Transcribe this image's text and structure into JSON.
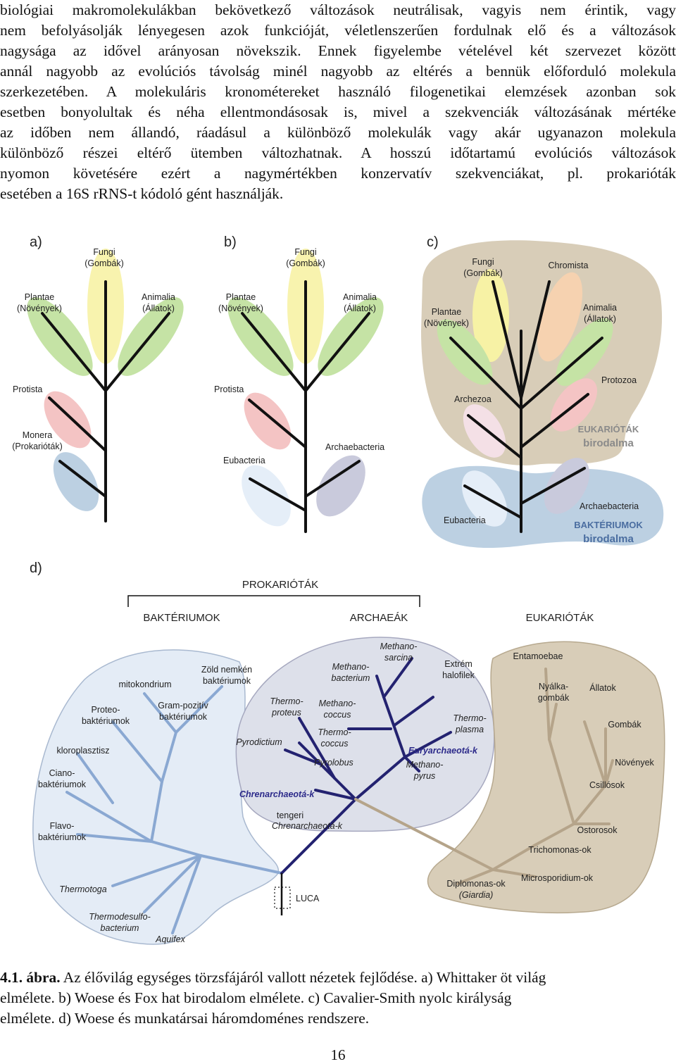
{
  "body_text": {
    "lines": [
      "biológiai makromolekulákban bekövetkező változások neutrálisak, vagyis nem érintik, vagy",
      "nem befolyásolják lényegesen azok funkcióját, véletlenszerűen fordulnak elő és a változások",
      "nagysága az idővel arányosan növekszik. Ennek figyelembe vételével két szervezet között",
      "annál nagyobb az evolúciós távolság minél nagyobb az eltérés a bennük előforduló molekula",
      "szerkezetében. A molekuláris kronométereket használó filogenetikai elemzések azonban sok",
      "esetben bonyolultak és néha ellentmondásosak is, mivel a szekvenciák változásának mértéke",
      "az időben nem állandó, ráadásul a különböző molekulák vagy akár ugyanazon molekula",
      "különböző részei eltérő ütemben változhatnak. A hosszú időtartamú evolúciós változások",
      "nyomon követésére ezért a nagymértékben konzervatív szekvenciákat, pl. prokarióták",
      "esetében a 16S rRNS-t kódoló gént használják."
    ]
  },
  "figure": {
    "panel_a": {
      "letter": "a)",
      "fungi": [
        "Fungi",
        "(Gombák)"
      ],
      "plantae": [
        "Plantae",
        "(Növények)"
      ],
      "animalia": [
        "Animalia",
        "(Állatok)"
      ],
      "protista": "Protista",
      "monera": [
        "Monera",
        "(Prokarióták)"
      ]
    },
    "panel_b": {
      "letter": "b)",
      "fungi": [
        "Fungi",
        "(Gombák)"
      ],
      "plantae": [
        "Plantae",
        "(Növények)"
      ],
      "animalia": [
        "Animalia",
        "(Állatok)"
      ],
      "protista": "Protista",
      "eubacteria": "Eubacteria",
      "archaebacteria": "Archaebacteria"
    },
    "panel_c": {
      "letter": "c)",
      "fungi": [
        "Fungi",
        "(Gombák)"
      ],
      "chromista": "Chromista",
      "plantae": [
        "Plantae",
        "(Növények)"
      ],
      "animalia": [
        "Animalia",
        "(Állatok)"
      ],
      "protozoa": "Protozoa",
      "archezoa": "Archezoa",
      "eukaryote_kingdom": [
        "EUKARIÓTÁK",
        "birodalma"
      ],
      "eubacteria": "Eubacteria",
      "archaebacteria": "Archaebacteria",
      "bacteria_kingdom": [
        "BAKTÉRIUMOK",
        "birodalma"
      ]
    },
    "panel_d": {
      "letter": "d)",
      "prokaryotes": "PROKARIÓTÁK",
      "bacteria": "BAKTÉRIUMOK",
      "archaea": "ARCHAEÁK",
      "eukaryotes": "EUKARIÓTÁK",
      "luca": "LUCA",
      "bacteria_taxa": {
        "green_nonsulfur": [
          "Zöld nemkén",
          "baktériumok"
        ],
        "mitochondria": "mitokondrium",
        "gram_positive": [
          "Gram-pozitív",
          "baktériumok"
        ],
        "proteobacteria": [
          "Proteo-",
          "baktériumok"
        ],
        "chloroplast": "kloroplasztisz",
        "cyanobacteria": [
          "Ciano-",
          "baktériumok"
        ],
        "flavobacteria": [
          "Flavo-",
          "baktériumok"
        ],
        "thermotoga": "Thermotoga",
        "thermodesulfobacterium": [
          "Thermodesulfo-",
          "bacterium"
        ],
        "aquifex": "Aquifex"
      },
      "archaea_taxa": {
        "methanosarcina": [
          "Methano-",
          "sarcina"
        ],
        "methanobacterium": [
          "Methano-",
          "bacterium"
        ],
        "extreme_halophiles": [
          "Extrém",
          "halofilek"
        ],
        "thermoproteus": [
          "Thermo-",
          "proteus"
        ],
        "methanococcus": [
          "Methano-",
          "coccus"
        ],
        "thermoplasma": [
          "Thermo-",
          "plasma"
        ],
        "thermococcus": [
          "Thermo-",
          "coccus"
        ],
        "pyrodictium": "Pyrodictium",
        "euryarchaeota": "Euryarchaeotá-k",
        "pyrolobus": "Pyrolobus",
        "methanopyrus": [
          "Methano-",
          "pyrus"
        ],
        "crenarchaeota": "Chrenarchaeotá-k",
        "marine_crenarchaeota": [
          "tengeri",
          "Chrenarchaeotá-k"
        ]
      },
      "eukarya_taxa": {
        "entamoebae": "Entamoebae",
        "slime_molds": [
          "Nyálka-",
          "gombák"
        ],
        "animals": "Állatok",
        "fungi": "Gombák",
        "plants": "Növények",
        "ciliates": "Csillósok",
        "oomycetes": "Ostorosok",
        "trichomonads": "Trichomonas-ok",
        "diplomonads": [
          "Diplomonas-ok",
          "(Giardia)"
        ],
        "microsporidia": "Microsporidium-ok"
      }
    }
  },
  "caption": {
    "label": "4.1. ábra.",
    "line1_rest": "Az élővilág egységes törzsfájáról vallott nézetek fejlődése. a) Whittaker öt világ",
    "line2": "elmélete. b) Woese és Fox hat birodalom elmélete. c) Cavalier-Smith nyolc királyság",
    "line3": "elmélete. d) Woese és munkatársai háromdoménes rendszere."
  },
  "page_number": "16",
  "colors": {
    "green": "#c5e3a5",
    "yellow": "#f7f2a5",
    "red": "#f4c4c4",
    "blue": "#bcd0e2",
    "beige": "#d8cdb8",
    "archaea_bg": "#dde0ea",
    "bacteria_branch": "#8aa8d2",
    "archaea_branch": "#232270",
    "eukarya_branch": "#b5a48a"
  }
}
